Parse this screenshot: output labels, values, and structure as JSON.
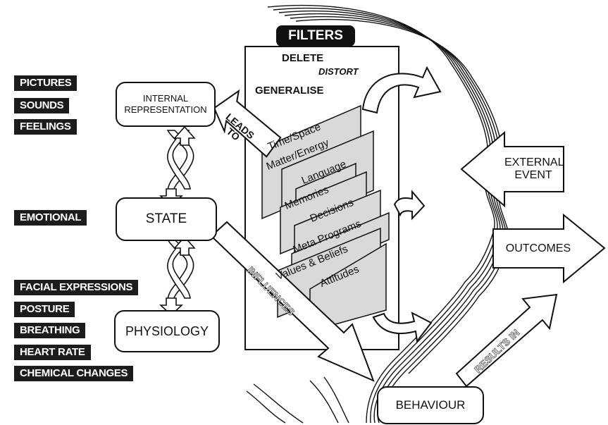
{
  "left_tags": {
    "pictures": "PICTURES",
    "sounds": "SOUNDS",
    "feelings": "FEELINGS",
    "emotional": "EMOTIONAL",
    "facial": "FACIAL EXPRESSIONS",
    "posture": "POSTURE",
    "breathing": "BREATHING",
    "heart_rate": "HEART RATE",
    "chemical": "CHEMICAL CHANGES"
  },
  "nodes": {
    "internal_line1": "INTERNAL",
    "internal_line2": "REPRESENTATION",
    "state": "STATE",
    "physiology": "PHYSIOLOGY",
    "behaviour": "BEHAVIOUR"
  },
  "filters": {
    "title": "FILTERS",
    "delete": "DELETE",
    "distort": "DISTORT",
    "generalise": "GENERALISE",
    "cards": [
      "Time/Space",
      "Matter/Energy",
      "Language",
      "Memories",
      "Decisions",
      "Meta Programs",
      "Values & Beliefs",
      "Attitudes"
    ]
  },
  "arrows": {
    "leads_to_line1": "LEADS",
    "leads_to_line2": "TO",
    "influences": "INFLUENCES",
    "results_in": "RESULTS IN",
    "external_line1": "EXTERNAL",
    "external_line2": "EVENT",
    "outcomes": "OUTCOMES"
  }
}
